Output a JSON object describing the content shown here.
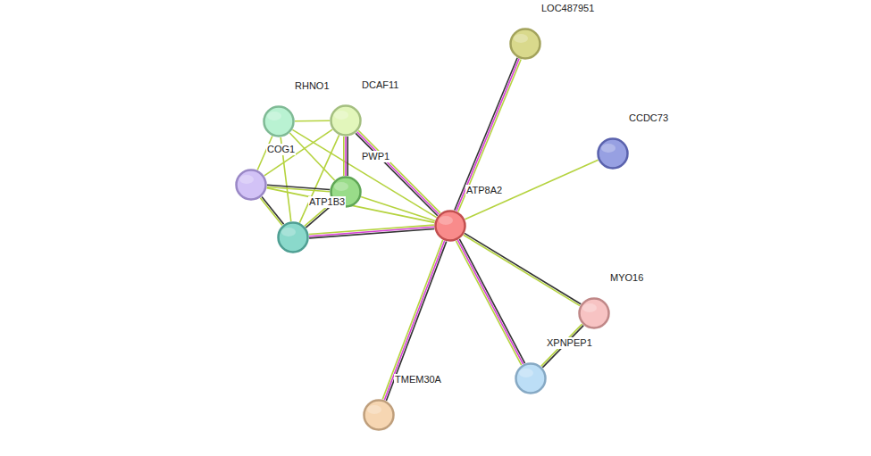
{
  "diagram": {
    "nodes": [
      {
        "text": [
          "LOC487951"
        ]
      },
      {
        "text": [
          "CCDC73"
        ]
      },
      {
        "text": [
          "RHNO1"
        ]
      },
      {
        "text": [
          "DCAF11"
        ]
      },
      {
        "text": [
          "COG1"
        ]
      },
      {
        "text": [
          "PWP1"
        ]
      },
      {
        "text": [
          "ATP1B3"
        ]
      },
      {
        "text": [
          "ATP8A2"
        ]
      },
      {
        "text": [
          "MYO16"
        ]
      },
      {
        "text": [
          "XPNPEP1"
        ]
      },
      {
        "text": [
          "TMEM30A"
        ]
      }
    ],
    "edges": [
      {
        "from": 7,
        "to": 0,
        "arrow": "none"
      },
      {
        "from": 7,
        "to": 1,
        "arrow": "none"
      },
      {
        "from": 7,
        "to": 3,
        "arrow": "none"
      },
      {
        "from": 7,
        "to": 5,
        "arrow": "none"
      },
      {
        "from": 7,
        "to": 4,
        "arrow": "none"
      },
      {
        "from": 7,
        "to": 2,
        "arrow": "none"
      },
      {
        "from": 7,
        "to": 6,
        "arrow": "none"
      },
      {
        "from": 7,
        "to": 8,
        "arrow": "none"
      },
      {
        "from": 7,
        "to": 9,
        "arrow": "none"
      },
      {
        "from": 7,
        "to": 10,
        "arrow": "none"
      },
      {
        "from": 2,
        "to": 3,
        "arrow": "none"
      },
      {
        "from": 2,
        "to": 4,
        "arrow": "none"
      },
      {
        "from": 2,
        "to": 5,
        "arrow": "none"
      },
      {
        "from": 2,
        "to": 6,
        "arrow": "none"
      },
      {
        "from": 3,
        "to": 4,
        "arrow": "none"
      },
      {
        "from": 3,
        "to": 5,
        "arrow": "none"
      },
      {
        "from": 3,
        "to": 6,
        "arrow": "none"
      },
      {
        "from": 4,
        "to": 5,
        "arrow": "none"
      },
      {
        "from": 4,
        "to": 6,
        "arrow": "none"
      },
      {
        "from": 5,
        "to": 6,
        "arrow": "none"
      },
      {
        "from": 8,
        "to": 9,
        "arrow": "none"
      }
    ]
  }
}
